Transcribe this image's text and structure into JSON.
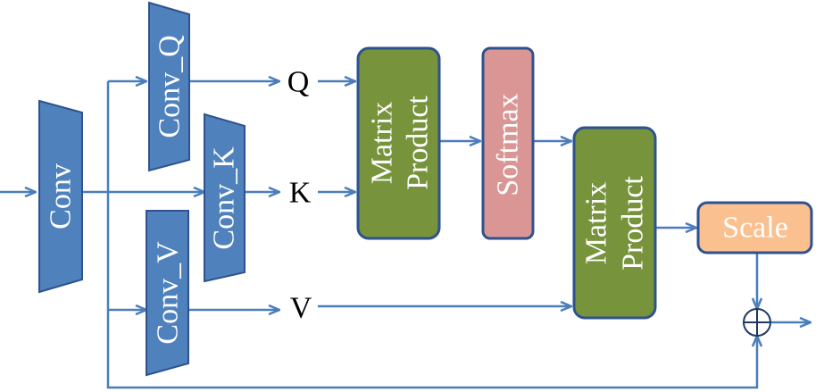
{
  "colors": {
    "conv_fill": "#4f81bd",
    "conv_stroke": "#2f528f",
    "matrix_fill": "#77933c",
    "matrix_stroke": "#2f528f",
    "softmax_fill": "#d99694",
    "scale_fill": "#fac090",
    "arrow": "#4a7ebb"
  },
  "blocks": {
    "conv": "Conv",
    "conv_q": "Conv_Q",
    "conv_k": "Conv_K",
    "conv_v": "Conv_V",
    "matrix_product_1": {
      "line1": "Matrix",
      "line2": "Product"
    },
    "softmax": "Softmax",
    "matrix_product_2": {
      "line1": "Matrix",
      "line2": "Product"
    },
    "scale": "Scale"
  },
  "labels": {
    "q": "Q",
    "k": "K",
    "v": "V"
  },
  "operators": {
    "add": "⊕"
  }
}
